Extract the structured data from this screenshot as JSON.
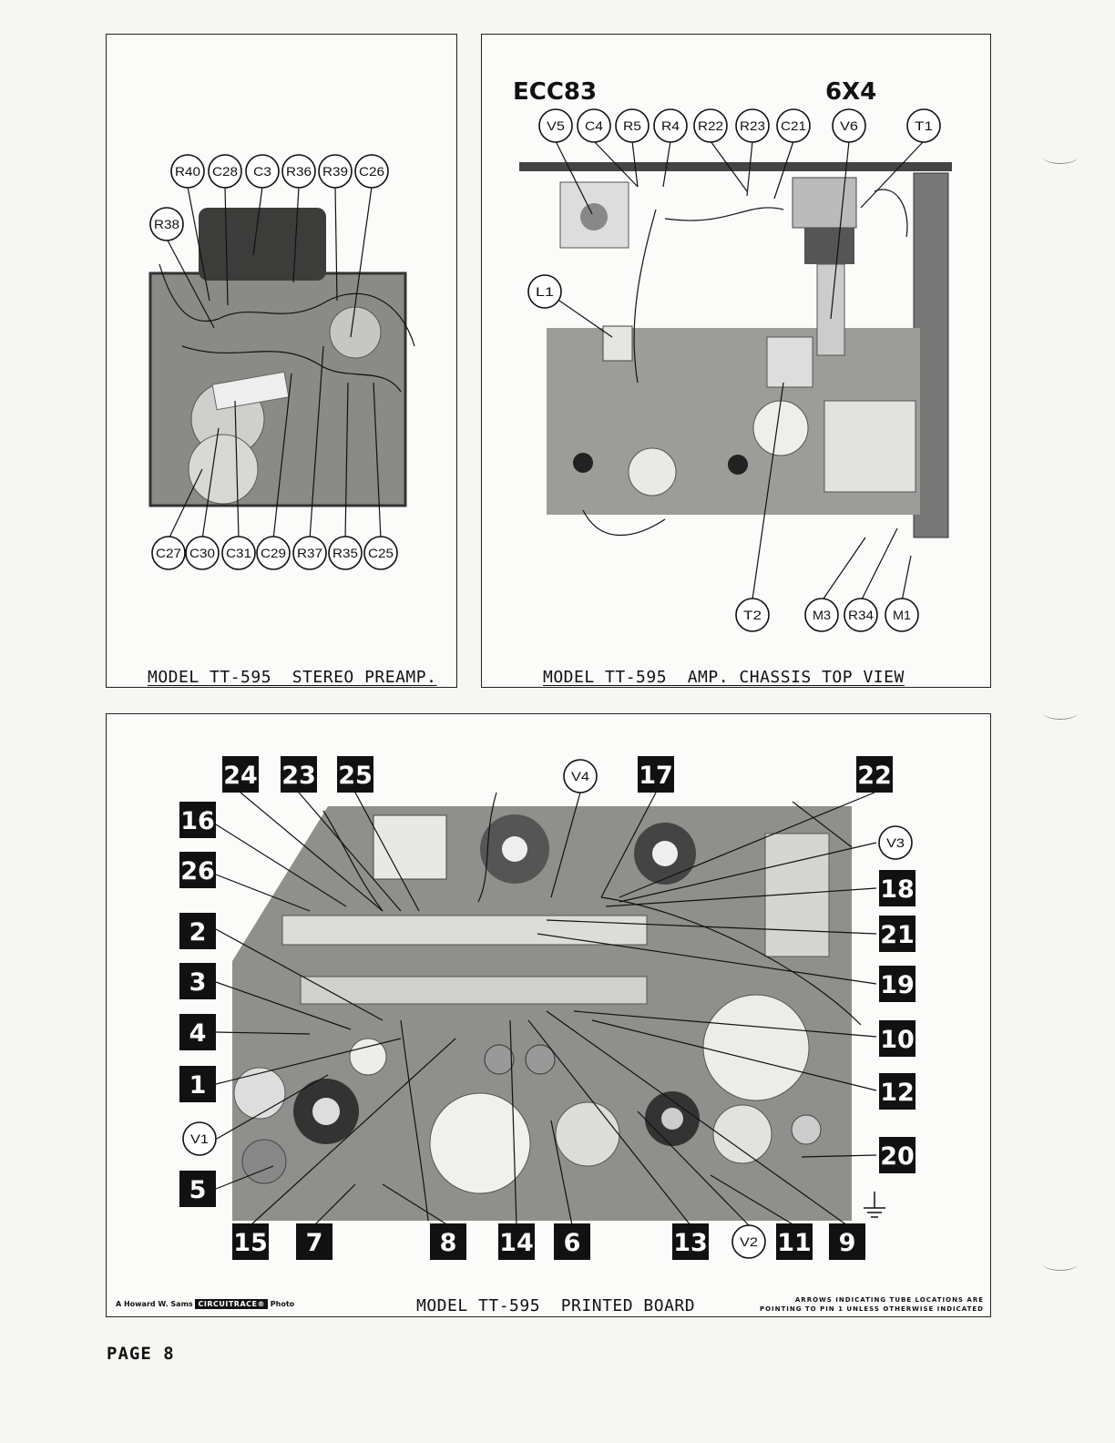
{
  "panels": {
    "preamp": {
      "caption": "MODEL TT-595  STEREO PREAMP.",
      "top_labels": [
        "R40",
        "C28",
        "C3",
        "R36",
        "R39",
        "C26"
      ],
      "side_labels": [
        "R38"
      ],
      "bottom_labels": [
        "C27",
        "C30",
        "C31",
        "C29",
        "R37",
        "R35",
        "C25"
      ]
    },
    "amp": {
      "caption": "MODEL TT-595  AMP. CHASSIS TOP VIEW",
      "tube_left": "ECC83",
      "tube_right": "6X4",
      "top_labels": [
        "V5",
        "C4",
        "R5",
        "R4",
        "R22",
        "R23",
        "C21",
        "V6",
        "T1"
      ],
      "side_labels": [
        "L1"
      ],
      "bottom_labels": [
        "T2",
        "M3",
        "R34",
        "M1"
      ]
    },
    "board": {
      "caption": "MODEL TT-595  PRINTED BOARD",
      "credit_prefix": "A Howard W. Sams",
      "credit_brand": "CIRCUITRACE®",
      "credit_suffix": "Photo",
      "note_line1": "ARROWS INDICATING TUBE LOCATIONS ARE",
      "note_line2": "POINTING TO PIN 1 UNLESS OTHERWISE INDICATED",
      "top_labels": [
        "24",
        "23",
        "25",
        "V4",
        "17",
        "22"
      ],
      "left_labels": [
        "16",
        "26",
        "2",
        "3",
        "4",
        "1",
        "V1",
        "5"
      ],
      "right_labels": [
        "V3",
        "18",
        "21",
        "19",
        "10",
        "12",
        "20"
      ],
      "bottom_labels": [
        "15",
        "7",
        "8",
        "14",
        "6",
        "13",
        "V2",
        "11",
        "9"
      ]
    }
  },
  "page_label": "PAGE 8"
}
